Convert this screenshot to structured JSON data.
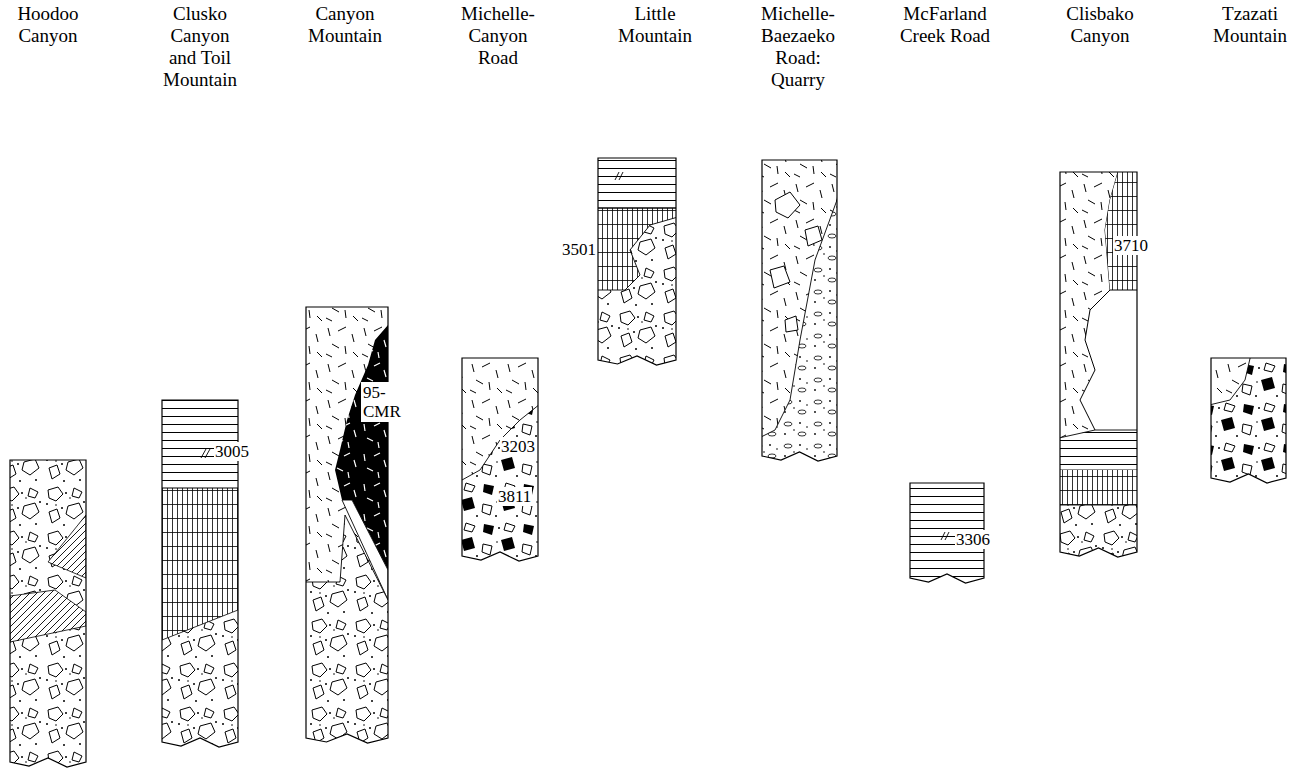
{
  "diagram": {
    "labels": [
      "Hoodoo Canyon",
      "Clusko Canyon and Toil Mountain",
      "Canyon Mountain",
      "Michelle-Canyon Road",
      "Little Mountain",
      "Michelle-Baezaeko Road: Quarry",
      "McFarland Creek Road",
      "Clisbako Canyon",
      "Tzazati Mountain",
      "3005",
      "95-CMR",
      "3203",
      "3811",
      "3501",
      "3306",
      "3710"
    ]
  }
}
